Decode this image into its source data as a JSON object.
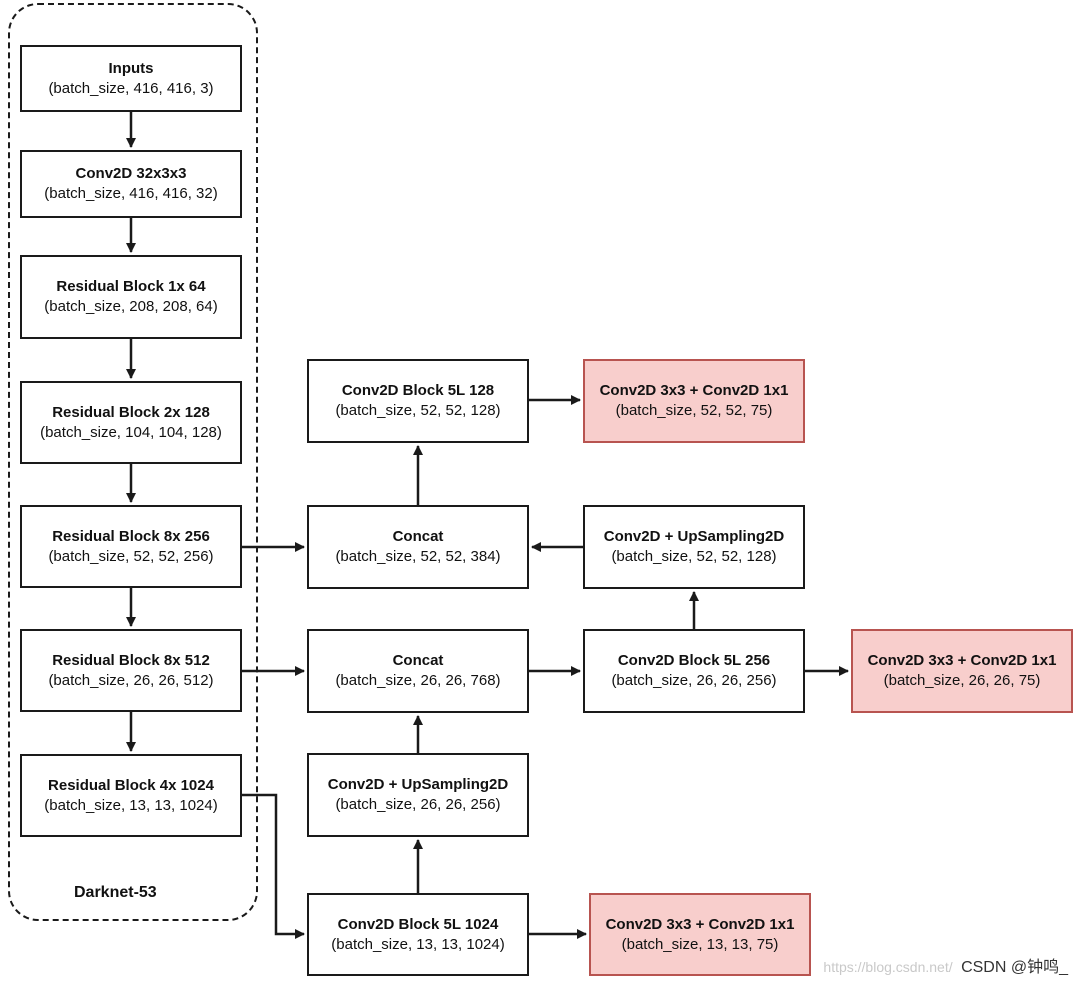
{
  "group": {
    "label": "Darknet-53"
  },
  "boxes": {
    "inputs": {
      "title": "Inputs",
      "shape": "(batch_size, 416, 416, 3)"
    },
    "conv0": {
      "title": "Conv2D 32x3x3",
      "shape": "(batch_size, 416, 416, 32)"
    },
    "res1": {
      "title": "Residual Block 1x  64",
      "shape": "(batch_size, 208, 208, 64)"
    },
    "res2": {
      "title": "Residual Block 2x  128",
      "shape": "(batch_size, 104, 104, 128)"
    },
    "res8a": {
      "title": "Residual Block 8x  256",
      "shape": "(batch_size, 52, 52, 256)"
    },
    "res8b": {
      "title": "Residual Block 8x  512",
      "shape": "(batch_size, 26, 26, 512)"
    },
    "res4": {
      "title": "Residual Block 4x  1024",
      "shape": "(batch_size, 13, 13, 1024)"
    },
    "convblock128": {
      "title": "Conv2D Block 5L  128",
      "shape": "(batch_size, 52, 52, 128)"
    },
    "concat384": {
      "title": "Concat",
      "shape": "(batch_size, 52, 52, 384)"
    },
    "concat768": {
      "title": "Concat",
      "shape": "(batch_size, 26, 26, 768)"
    },
    "up256": {
      "title": "Conv2D + UpSampling2D",
      "shape": "(batch_size, 26, 26, 256)"
    },
    "convblock1024": {
      "title": "Conv2D Block 5L  1024",
      "shape": "(batch_size, 13, 13, 1024)"
    },
    "up128": {
      "title": "Conv2D + UpSampling2D",
      "shape": "(batch_size, 52, 52, 128)"
    },
    "convblock256": {
      "title": "Conv2D Block 5L  256",
      "shape": "(batch_size, 26, 26, 256)"
    },
    "out52": {
      "title": "Conv2D 3x3 + Conv2D 1x1",
      "shape": "(batch_size, 52, 52, 75)"
    },
    "out26": {
      "title": "Conv2D 3x3 + Conv2D 1x1",
      "shape": "(batch_size, 26, 26, 75)"
    },
    "out13": {
      "title": "Conv2D 3x3 + Conv2D 1x1",
      "shape": "(batch_size, 13, 13, 75)"
    }
  },
  "edges": [
    {
      "from": "inputs",
      "to": "conv0"
    },
    {
      "from": "conv0",
      "to": "res1"
    },
    {
      "from": "res1",
      "to": "res2"
    },
    {
      "from": "res2",
      "to": "res8a"
    },
    {
      "from": "res8a",
      "to": "res8b"
    },
    {
      "from": "res8b",
      "to": "res4"
    },
    {
      "from": "res8a",
      "to": "concat384"
    },
    {
      "from": "res8b",
      "to": "concat768"
    },
    {
      "from": "res4",
      "to": "convblock1024"
    },
    {
      "from": "convblock1024",
      "to": "up256"
    },
    {
      "from": "convblock1024",
      "to": "out13"
    },
    {
      "from": "up256",
      "to": "concat768"
    },
    {
      "from": "concat768",
      "to": "convblock256"
    },
    {
      "from": "convblock256",
      "to": "out26"
    },
    {
      "from": "convblock256",
      "to": "up128"
    },
    {
      "from": "up128",
      "to": "concat384"
    },
    {
      "from": "concat384",
      "to": "convblock128"
    },
    {
      "from": "convblock128",
      "to": "out52"
    }
  ],
  "watermark": {
    "url": "https://blog.csdn.net/",
    "text": "CSDN @钟鸣_"
  },
  "colors": {
    "output_fill": "#f8cecc",
    "output_border": "#b85450",
    "stroke": "#1a1a1a"
  }
}
